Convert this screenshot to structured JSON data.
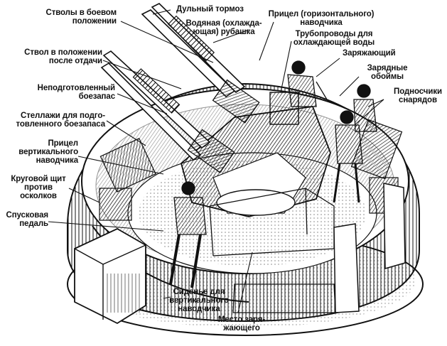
{
  "labels": {
    "barrels_combat": [
      "Стволы в боевом",
      "положении"
    ],
    "muzzle_brake": [
      "Дульный тормоз"
    ],
    "water_jacket": [
      "Водяная (охлажда-",
      "ющая) рубашка"
    ],
    "sight_horizontal": [
      "Прицел (горизонтального)",
      "наводчика"
    ],
    "cooling_pipes": [
      "Трубопроводы для",
      "охлаждающей воды"
    ],
    "loader": [
      "Заряжающий"
    ],
    "barrel_recoil": [
      "Ствол в положении",
      "после отдачи"
    ],
    "clips": [
      "Зарядные",
      "обоймы"
    ],
    "ammo_bearers": [
      "Подносчики",
      "снарядов"
    ],
    "unprepared_ammo": [
      "Неподготовленный",
      "боезапас"
    ],
    "racks": [
      "Стеллажи для подго-",
      "товленного боезапаса"
    ],
    "sight_vertical": [
      "Прицел",
      "вертикального",
      "наводчика"
    ],
    "circular_shield": [
      "Круговой щит",
      "против",
      "осколков"
    ],
    "trigger_pedal": [
      "Спусковая",
      "педаль"
    ],
    "seat_vertical": [
      "Сиденье для",
      "вертикального",
      "наводчика"
    ],
    "loader_place": [
      "Место заря-",
      "жающего"
    ]
  },
  "colors": {
    "ink": "#111111",
    "paper": "#ffffff",
    "shade": "#6e6e6e",
    "mid": "#b9b9b9"
  }
}
